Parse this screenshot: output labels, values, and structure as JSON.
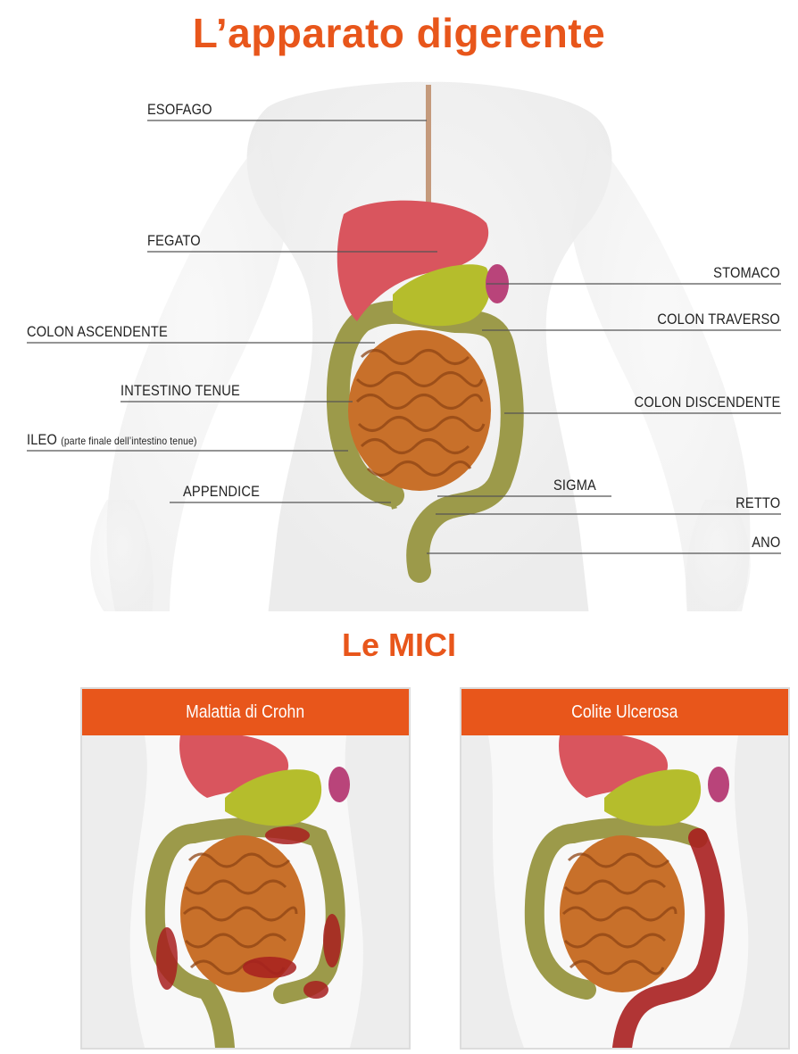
{
  "title": "L’apparato digerente",
  "section_title": "Le MICI",
  "labels": {
    "esofago": "ESOFAGO",
    "fegato": "FEGATO",
    "colon_ascendente": "COLON ASCENDENTE",
    "intestino_tenue": "INTESTINO TENUE",
    "ileo": "ILEO",
    "ileo_note": "(parte finale dell’intestino tenue)",
    "appendice": "APPENDICE",
    "stomaco": "STOMACO",
    "colon_traverso": "COLON TRAVERSO",
    "colon_discendente": "COLON DISCENDENTE",
    "sigma": "SIGMA",
    "retto": "RETTO",
    "ano": "ANO"
  },
  "panels": [
    {
      "heading": "Malattia di Crohn"
    },
    {
      "heading": "Colite Ulcerosa"
    }
  ],
  "colors": {
    "accent": "#e8561b",
    "liver": "#d9555e",
    "stomach": "#b5bd2c",
    "colon": "#9c9a4a",
    "small_intestine": "#c8702a",
    "inflamed": "#a81f1f"
  }
}
